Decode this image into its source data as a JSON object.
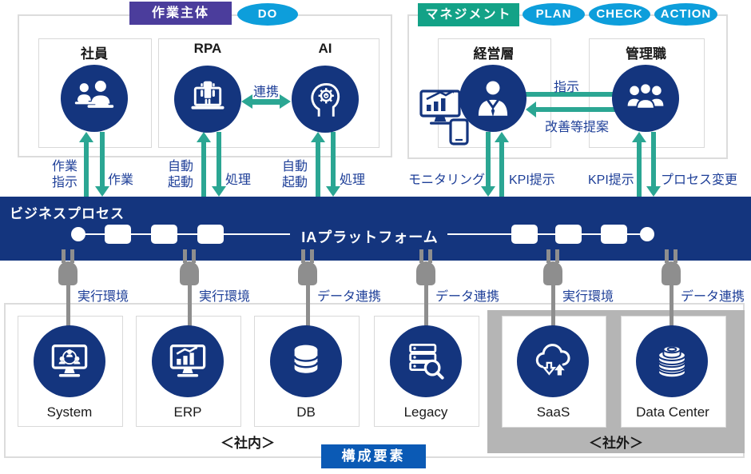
{
  "colors": {
    "navy": "#14357E",
    "teal_arrow": "#2BA693",
    "label_blue": "#1E3F98",
    "purple_badge": "#4B3D9C",
    "teal_badge": "#13A287",
    "cyan_ellipse": "#0D9EDB",
    "components_badge_blue": "#0B5AB5",
    "plug_gray": "#8E8E8E",
    "outside_zone_gray": "#B5B5B5",
    "border_gray": "#D9D9D9"
  },
  "pdca": {
    "work_group_label": "作業主体",
    "do": "DO",
    "mgmt_group_label": "マネジメント",
    "plan": "PLAN",
    "check": "CHECK",
    "action": "ACTION"
  },
  "actors": {
    "employee_title": "社員",
    "rpa_title": "RPA",
    "ai_title": "AI",
    "rpa_ai_link": "連携",
    "executive_title": "経営層",
    "manager_title": "管理職",
    "instruction": "指示",
    "improvement": "改善等提案"
  },
  "flow_labels": {
    "work_instruction": "作業指示",
    "work": "作業",
    "auto_start_rpa": "自動起動",
    "process_rpa": "処理",
    "auto_start_ai": "自動起動",
    "process_ai": "処理",
    "monitoring": "モニタリング",
    "kpi_executive": "KPI提示",
    "kpi_manager": "KPI提示",
    "process_change": "プロセス変更"
  },
  "platform": {
    "band_label": "ビジネスプロセス",
    "name": "IAプラットフォーム"
  },
  "connectors": [
    {
      "label": "実行環境"
    },
    {
      "label": "実行環境"
    },
    {
      "label": "データ連携"
    },
    {
      "label": "データ連携"
    },
    {
      "label": "実行環境"
    },
    {
      "label": "データ連携"
    }
  ],
  "systems": [
    {
      "label": "System"
    },
    {
      "label": "ERP"
    },
    {
      "label": "DB"
    },
    {
      "label": "Legacy"
    },
    {
      "label": "SaaS"
    },
    {
      "label": "Data Center"
    }
  ],
  "zones": {
    "internal": "＜社内＞",
    "external": "＜社外＞",
    "components_badge": "構成要素"
  }
}
